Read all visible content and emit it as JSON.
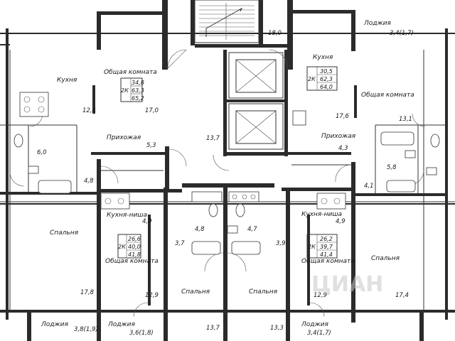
{
  "watermark": "ЦИАН",
  "rooms": {
    "kitchen_tl": "Кухня",
    "living_tl": "Общая комната",
    "hall_tl": "Прихожая",
    "kitchen_tr": "Кухня",
    "living_tr": "Общая комната",
    "hall_tr": "Прихожая",
    "bedroom_l": "Спальня",
    "kitchen_niche_l": "Кухня-ниша",
    "living_bl": "Общая комната",
    "bedroom_cl": "Спальня",
    "bedroom_cr": "Спальня",
    "kitchen_niche_r": "Кухня-ниша",
    "living_br": "Общая комната",
    "bedroom_r": "Спальня",
    "loggia_tr": "Лоджия",
    "loggia_bl1": "Лоджия",
    "loggia_bl2": "Лоджия",
    "loggia_br": "Лоджия"
  },
  "apartments": {
    "tl": {
      "type": "2К",
      "living": "34,8",
      "total": "63,3",
      "gross": "65,2"
    },
    "tr": {
      "type": "2К",
      "living": "30,5",
      "total": "62,3",
      "gross": "64,0"
    },
    "bl": {
      "type": "2К",
      "living": "26,6",
      "total": "40,0",
      "gross": "41,8"
    },
    "br": {
      "type": "2К",
      "living": "26,2",
      "total": "39,7",
      "gross": "41,4"
    }
  },
  "areas": {
    "a18_0": "18,0",
    "a3_4_tr": "3,4(1,7)",
    "a12_4": "12,4",
    "a17_0": "17,0",
    "a6_0": "6,0",
    "a5_3": "5,3",
    "a13_7_top": "13,7",
    "a4_8_l": "4,8",
    "a17_6": "17,6",
    "a13_1": "13,1",
    "a4_3": "4,3",
    "a5_8": "5,8",
    "a4_1": "4,1",
    "a4_9_l": "4,9",
    "a4_8_c": "4,8",
    "a4_7_c": "4,7",
    "a4_9_r": "4,9",
    "a3_7": "3,7",
    "a3_9": "3,9",
    "a17_8": "17,8",
    "a12_9_l": "12,9",
    "a12_9_r": "12,9",
    "a17_4": "17,4",
    "a3_8": "3,8(1,9)",
    "a3_6": "3,6(1,8)",
    "a13_7_bot": "13,7",
    "a13_3": "13,3",
    "a3_4_br": "3,4(1,7)"
  }
}
